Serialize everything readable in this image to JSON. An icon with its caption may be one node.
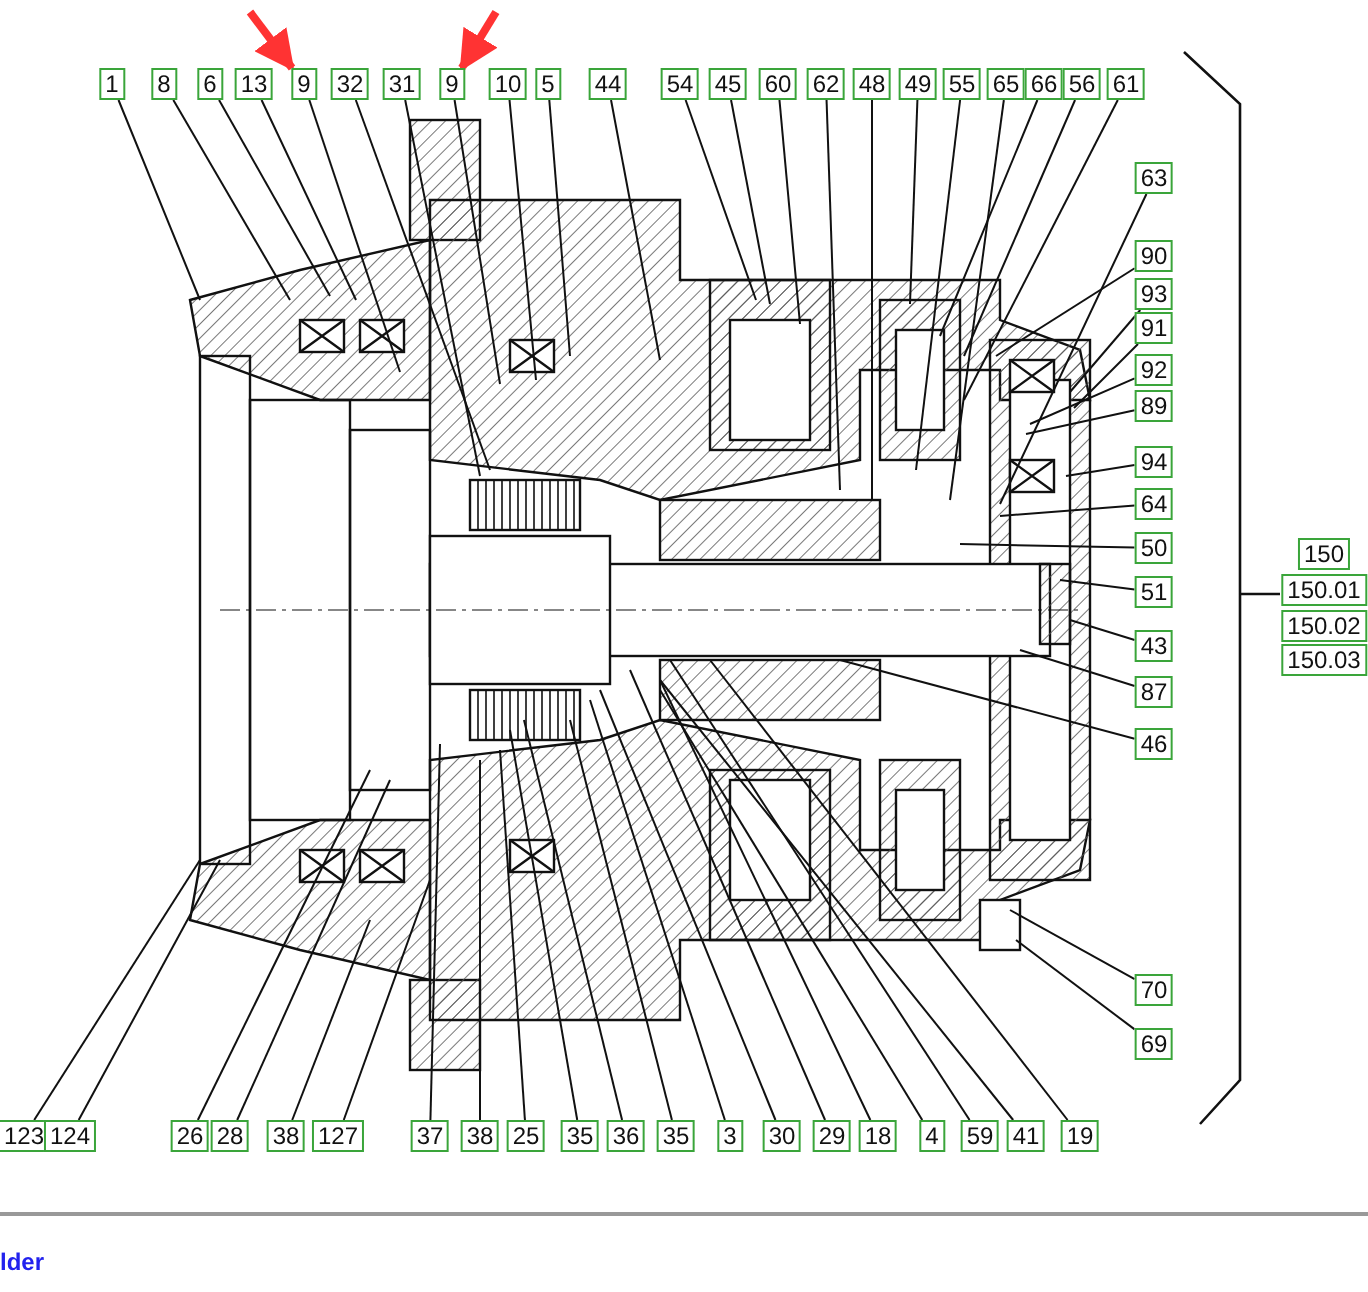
{
  "diagram": {
    "nodes": [
      {
        "text": [
          "1"
        ]
      },
      {
        "text": [
          "8"
        ]
      },
      {
        "text": [
          "6"
        ]
      },
      {
        "text": [
          "13"
        ]
      },
      {
        "text": [
          "9"
        ]
      },
      {
        "text": [
          "32"
        ]
      },
      {
        "text": [
          "31"
        ]
      },
      {
        "text": [
          "9"
        ]
      },
      {
        "text": [
          "10"
        ]
      },
      {
        "text": [
          "5"
        ]
      },
      {
        "text": [
          "44"
        ]
      },
      {
        "text": [
          "54"
        ]
      },
      {
        "text": [
          "45"
        ]
      },
      {
        "text": [
          "60"
        ]
      },
      {
        "text": [
          "62"
        ]
      },
      {
        "text": [
          "48"
        ]
      },
      {
        "text": [
          "49"
        ]
      },
      {
        "text": [
          "55"
        ]
      },
      {
        "text": [
          "65"
        ]
      },
      {
        "text": [
          "66"
        ]
      },
      {
        "text": [
          "56"
        ]
      },
      {
        "text": [
          "61"
        ]
      },
      {
        "text": [
          "63"
        ]
      },
      {
        "text": [
          "90"
        ]
      },
      {
        "text": [
          "93"
        ]
      },
      {
        "text": [
          "91"
        ]
      },
      {
        "text": [
          "92"
        ]
      },
      {
        "text": [
          "89"
        ]
      },
      {
        "text": [
          "94"
        ]
      },
      {
        "text": [
          "64"
        ]
      },
      {
        "text": [
          "50"
        ]
      },
      {
        "text": [
          "51"
        ]
      },
      {
        "text": [
          "43"
        ]
      },
      {
        "text": [
          "87"
        ]
      },
      {
        "text": [
          "46"
        ]
      },
      {
        "text": [
          "70"
        ]
      },
      {
        "text": [
          "69"
        ]
      },
      {
        "text": [
          "123"
        ]
      },
      {
        "text": [
          "124"
        ]
      },
      {
        "text": [
          "26"
        ]
      },
      {
        "text": [
          "28"
        ]
      },
      {
        "text": [
          "38"
        ]
      },
      {
        "text": [
          "127"
        ]
      },
      {
        "text": [
          "37"
        ]
      },
      {
        "text": [
          "38"
        ]
      },
      {
        "text": [
          "25"
        ]
      },
      {
        "text": [
          "35"
        ]
      },
      {
        "text": [
          "36"
        ]
      },
      {
        "text": [
          "35"
        ]
      },
      {
        "text": [
          "3"
        ]
      },
      {
        "text": [
          "30"
        ]
      },
      {
        "text": [
          "29"
        ]
      },
      {
        "text": [
          "18"
        ]
      },
      {
        "text": [
          "4"
        ]
      },
      {
        "text": [
          "59"
        ]
      },
      {
        "text": [
          "41"
        ]
      },
      {
        "text": [
          "19"
        ]
      },
      {
        "text": [
          "150"
        ]
      },
      {
        "text": [
          "150.01"
        ]
      },
      {
        "text": [
          "150.02"
        ]
      },
      {
        "text": [
          "150.03"
        ]
      }
    ],
    "edges": [
      {
        "from": 0,
        "to": null,
        "arrow": "none"
      },
      {
        "from": 1,
        "to": null,
        "arrow": "none"
      },
      {
        "from": 2,
        "to": null,
        "arrow": "none"
      },
      {
        "from": 3,
        "to": null,
        "arrow": "none"
      },
      {
        "from": 4,
        "to": null,
        "arrow": "none"
      },
      {
        "from": 5,
        "to": null,
        "arrow": "none"
      },
      {
        "from": 6,
        "to": null,
        "arrow": "none"
      },
      {
        "from": 7,
        "to": null,
        "arrow": "none"
      },
      {
        "from": 8,
        "to": null,
        "arrow": "none"
      },
      {
        "from": 9,
        "to": null,
        "arrow": "none"
      },
      {
        "from": 10,
        "to": null,
        "arrow": "none"
      },
      {
        "from": 11,
        "to": null,
        "arrow": "none"
      },
      {
        "from": 12,
        "to": null,
        "arrow": "none"
      },
      {
        "from": 13,
        "to": null,
        "arrow": "none"
      },
      {
        "from": 14,
        "to": null,
        "arrow": "none"
      },
      {
        "from": 15,
        "to": null,
        "arrow": "none"
      },
      {
        "from": 16,
        "to": null,
        "arrow": "none"
      },
      {
        "from": 17,
        "to": null,
        "arrow": "none"
      },
      {
        "from": 18,
        "to": null,
        "arrow": "none"
      },
      {
        "from": 19,
        "to": null,
        "arrow": "none"
      },
      {
        "from": 20,
        "to": null,
        "arrow": "none"
      },
      {
        "from": 21,
        "to": null,
        "arrow": "none"
      },
      {
        "from": 22,
        "to": null,
        "arrow": "none"
      },
      {
        "from": 23,
        "to": null,
        "arrow": "none"
      },
      {
        "from": 24,
        "to": null,
        "arrow": "none"
      },
      {
        "from": 25,
        "to": null,
        "arrow": "none"
      },
      {
        "from": 26,
        "to": null,
        "arrow": "none"
      },
      {
        "from": 27,
        "to": null,
        "arrow": "none"
      },
      {
        "from": 28,
        "to": null,
        "arrow": "none"
      },
      {
        "from": 29,
        "to": null,
        "arrow": "none"
      },
      {
        "from": 30,
        "to": null,
        "arrow": "none"
      },
      {
        "from": 31,
        "to": null,
        "arrow": "none"
      },
      {
        "from": 32,
        "to": null,
        "arrow": "none"
      },
      {
        "from": 33,
        "to": null,
        "arrow": "none"
      },
      {
        "from": 34,
        "to": null,
        "arrow": "none"
      },
      {
        "from": 35,
        "to": null,
        "arrow": "none"
      },
      {
        "from": 36,
        "to": null,
        "arrow": "none"
      },
      {
        "from": 37,
        "to": null,
        "arrow": "none"
      },
      {
        "from": 38,
        "to": null,
        "arrow": "none"
      },
      {
        "from": 39,
        "to": null,
        "arrow": "none"
      },
      {
        "from": 40,
        "to": null,
        "arrow": "none"
      },
      {
        "from": 41,
        "to": null,
        "arrow": "none"
      },
      {
        "from": 42,
        "to": null,
        "arrow": "none"
      },
      {
        "from": 43,
        "to": null,
        "arrow": "none"
      },
      {
        "from": 44,
        "to": null,
        "arrow": "none"
      },
      {
        "from": 45,
        "to": null,
        "arrow": "none"
      },
      {
        "from": 46,
        "to": null,
        "arrow": "none"
      },
      {
        "from": 47,
        "to": null,
        "arrow": "none"
      },
      {
        "from": 48,
        "to": null,
        "arrow": "none"
      },
      {
        "from": 49,
        "to": null,
        "arrow": "none"
      },
      {
        "from": 50,
        "to": null,
        "arrow": "none"
      },
      {
        "from": 51,
        "to": null,
        "arrow": "none"
      },
      {
        "from": 52,
        "to": null,
        "arrow": "none"
      },
      {
        "from": 53,
        "to": null,
        "arrow": "none"
      },
      {
        "from": 54,
        "to": null,
        "arrow": "none"
      },
      {
        "from": 55,
        "to": null,
        "arrow": "none"
      },
      {
        "from": 56,
        "to": null,
        "arrow": "none"
      },
      {
        "from": null,
        "to": 4,
        "arrow": "to",
        "style": "thick",
        "color": "#ff3333"
      },
      {
        "from": null,
        "to": 7,
        "arrow": "to",
        "style": "thick",
        "color": "#ff3333"
      }
    ],
    "labels": [
      "lder"
    ]
  }
}
